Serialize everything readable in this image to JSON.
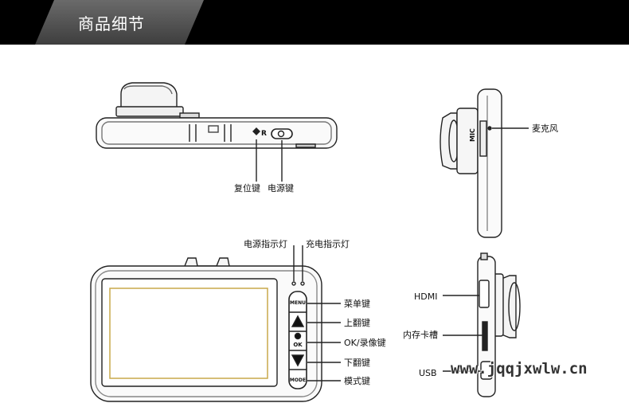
{
  "header": {
    "title": "商品细节"
  },
  "labels": {
    "reset_key": "复位键",
    "power_key": "电源键",
    "microphone": "麦克风",
    "power_indicator": "电源指示灯",
    "charge_indicator": "充电指示灯",
    "menu_key": "菜单键",
    "up_key": "上翻键",
    "ok_record_key": "OK/录像键",
    "down_key": "下翻键",
    "mode_key": "模式键",
    "hdmi": "HDMI",
    "card_slot": "内存卡槽",
    "usb": "USB"
  },
  "device_marks": {
    "reset_mark": "R",
    "mic_mark": "MIC",
    "menu_btn": "MENU",
    "ok_btn": "OK",
    "mode_btn": "MODE"
  },
  "watermark": "www.jqqjxwlw.cn"
}
